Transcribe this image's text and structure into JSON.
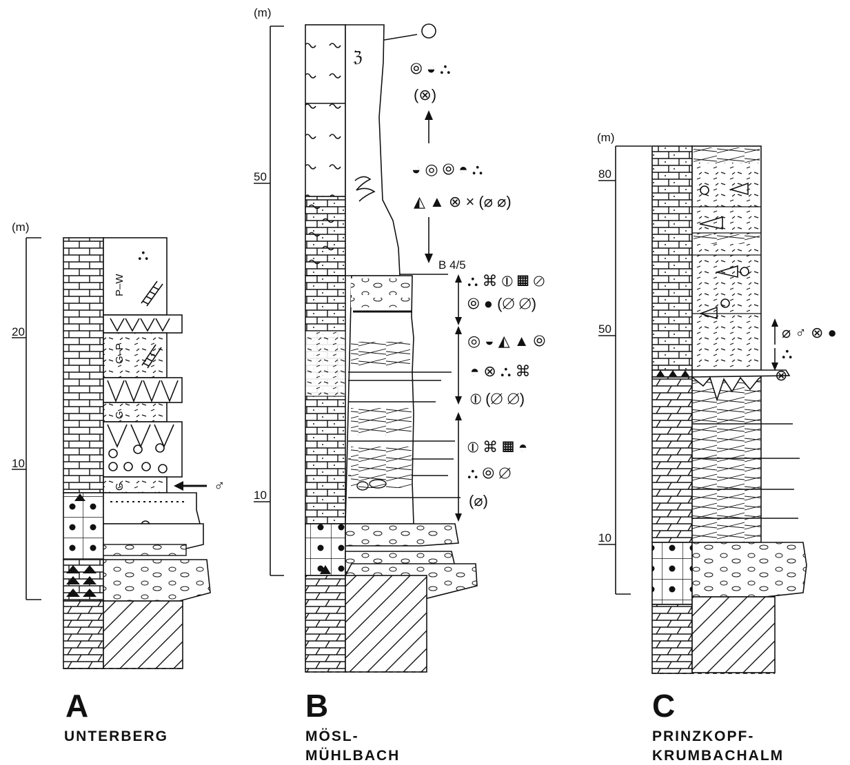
{
  "columns": [
    {
      "letter": "A",
      "name": "UNTERBERG",
      "unit": "(m)",
      "ticks": [
        "20",
        "10"
      ],
      "facies": [
        "P–W",
        "G–P",
        "G",
        "G"
      ],
      "fossils_top": "⛬",
      "fossils_side": "♂"
    },
    {
      "letter": "B",
      "name_line1": "MÖSL-",
      "name_line2": "MÜHLBACH",
      "unit": "(m)",
      "ticks": [
        "50",
        "10"
      ],
      "marker": "B 4/5",
      "fossils_1": "⦾ ◒ ⛬",
      "fossils_2": "(⊗)",
      "fossils_3": "◒ ◎ ⦾ ◓ ⛬",
      "fossils_4": "◭ ▲ ⊗ × (⌀ ⌀)",
      "fossils_5": "⛬ ⌘ ⦶ ▦ ⊘",
      "fossils_6": "⦾ ● (⌀ ⌀)",
      "fossils_7": "◎ ◒ ◭ ▲ ⦾",
      "fossils_8": "◓ ⊗ ⛬ ⌘",
      "fossils_9": "⦶ (⌀ ⌀)",
      "fossils_10": "⦶ ⌘ ▦ ◓",
      "fossils_11": "⛬ ⦾ ⌀",
      "fossils_12": "(⌀)"
    },
    {
      "letter": "C",
      "name_line1": "PRINZKOPF-",
      "name_line2": "KRUMBACHALM",
      "unit": "(m)",
      "ticks": [
        "80",
        "50",
        "10"
      ],
      "fossils_1": "⌀ ♂ ⊗ ●",
      "fossils_2": "⛬",
      "fossils_3": "⊗"
    }
  ]
}
